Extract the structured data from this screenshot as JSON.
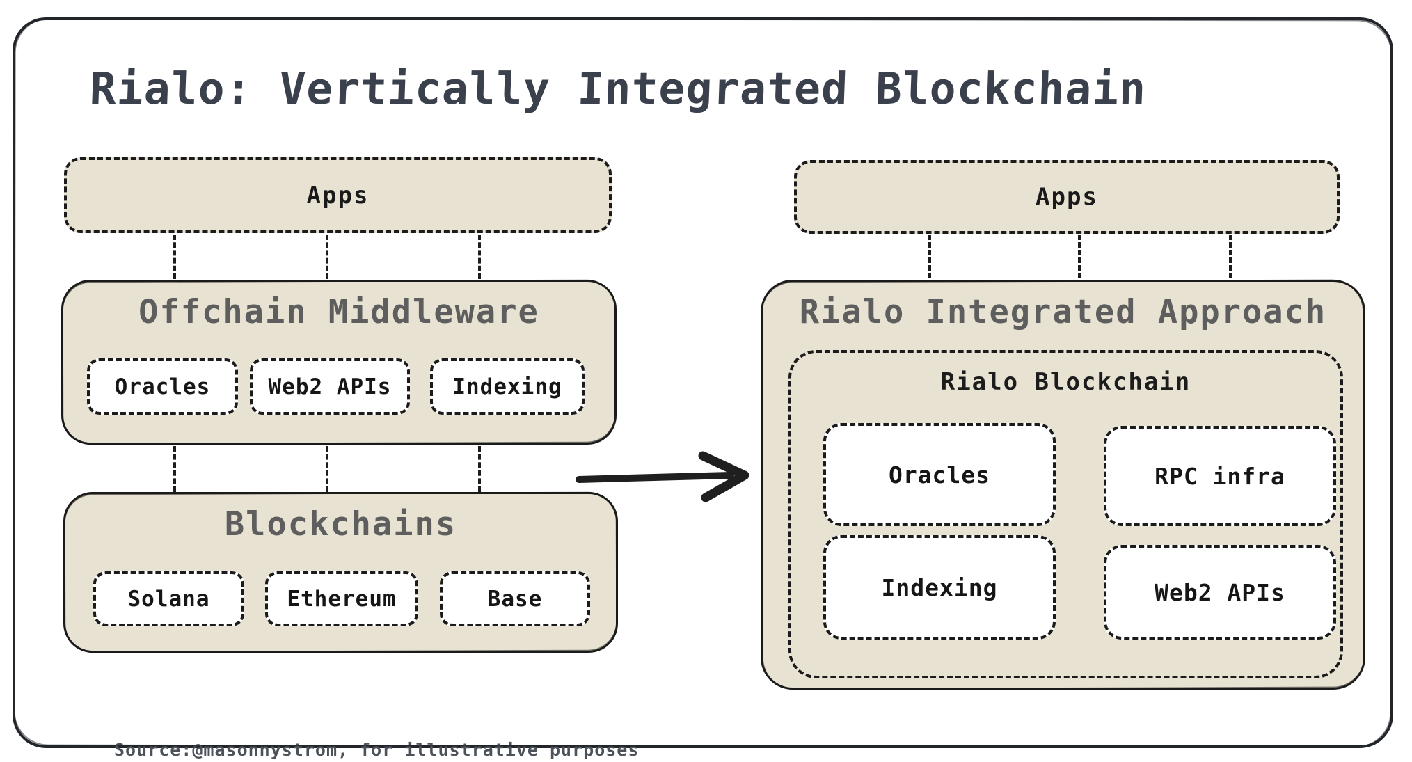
{
  "title": "Rialo: Vertically Integrated Blockchain",
  "source_note": "Source:@masonnystrom, for illustrative purposes",
  "colors": {
    "background": "#ffffff",
    "panel_fill": "#e8e2d3",
    "stroke": "#1b1b1b",
    "heading_gray": "#5e5e5e",
    "title_color": "#3b414c"
  },
  "left": {
    "apps": {
      "label": "Apps"
    },
    "middleware": {
      "title": "Offchain Middleware",
      "items": [
        "Oracles",
        "Web2 APIs",
        "Indexing"
      ]
    },
    "blockchains": {
      "title": "Blockchains",
      "items": [
        "Solana",
        "Ethereum",
        "Base"
      ]
    }
  },
  "right": {
    "apps": {
      "label": "Apps"
    },
    "integrated": {
      "title": "Rialo Integrated Approach",
      "blockchain": {
        "title": "Rialo Blockchain",
        "items": [
          "Oracles",
          "RPC infra",
          "Indexing",
          "Web2 APIs"
        ]
      }
    }
  },
  "arrow": {
    "direction": "right"
  }
}
